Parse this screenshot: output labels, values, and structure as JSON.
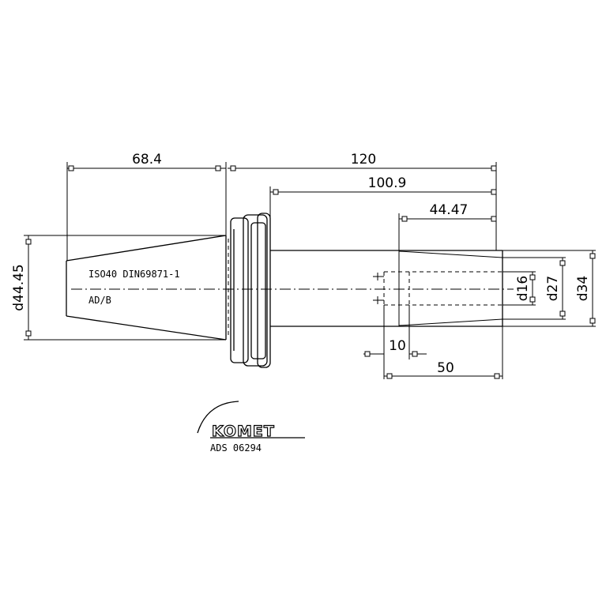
{
  "dimensions": {
    "taper_length": "68.4",
    "overall_length": "120",
    "length_from_flange": "100.9",
    "length_44": "44.47",
    "length_10": "10",
    "length_50": "50",
    "taper_diameter": "d44.45",
    "bore_diameter": "d16",
    "diameter_27": "d27",
    "diameter_34": "d34"
  },
  "labels": {
    "standard": "ISO40 DIN69871-1",
    "form": "AD/B"
  },
  "logo": {
    "brand": "KOMET",
    "part_number": "ADS 06294"
  }
}
